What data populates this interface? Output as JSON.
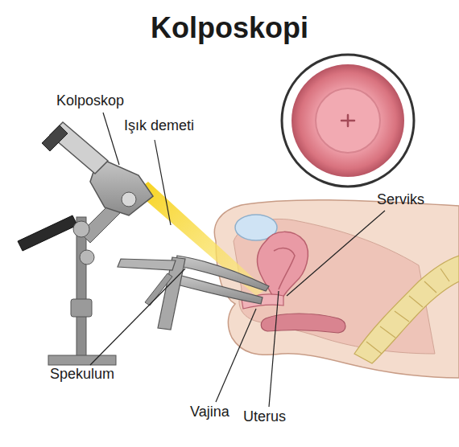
{
  "diagram": {
    "title": "Kolposkopi",
    "labels": [
      "Kolposkop",
      "Işık demeti",
      "Serviks",
      "Spekulum",
      "Vajina",
      "Uterus"
    ]
  }
}
